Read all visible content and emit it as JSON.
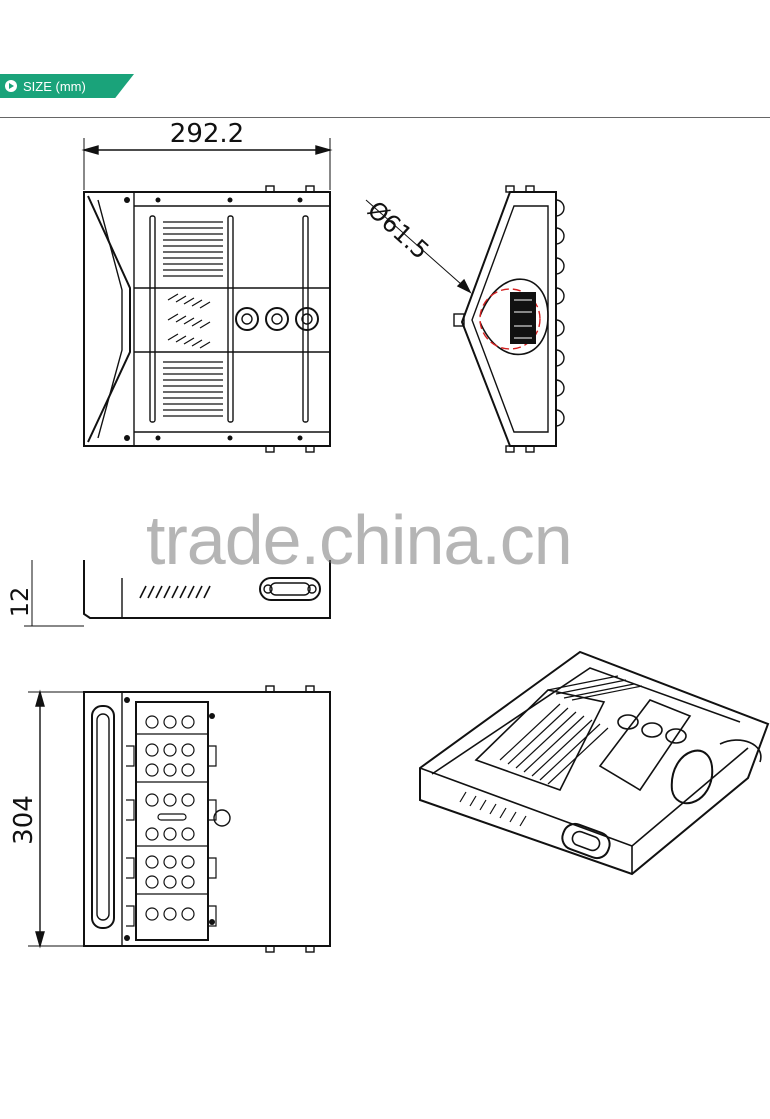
{
  "header": {
    "section_label": "SIZE (mm)",
    "icon": "play-circle-icon"
  },
  "dimensions": {
    "width": "292.2",
    "diameter": "Ø61.5",
    "height_partial": "12",
    "depth": "304"
  },
  "watermark": "trade.china.cn",
  "colors": {
    "accent": "#1aa37a",
    "line": "#111111",
    "marker": "#d42020"
  }
}
